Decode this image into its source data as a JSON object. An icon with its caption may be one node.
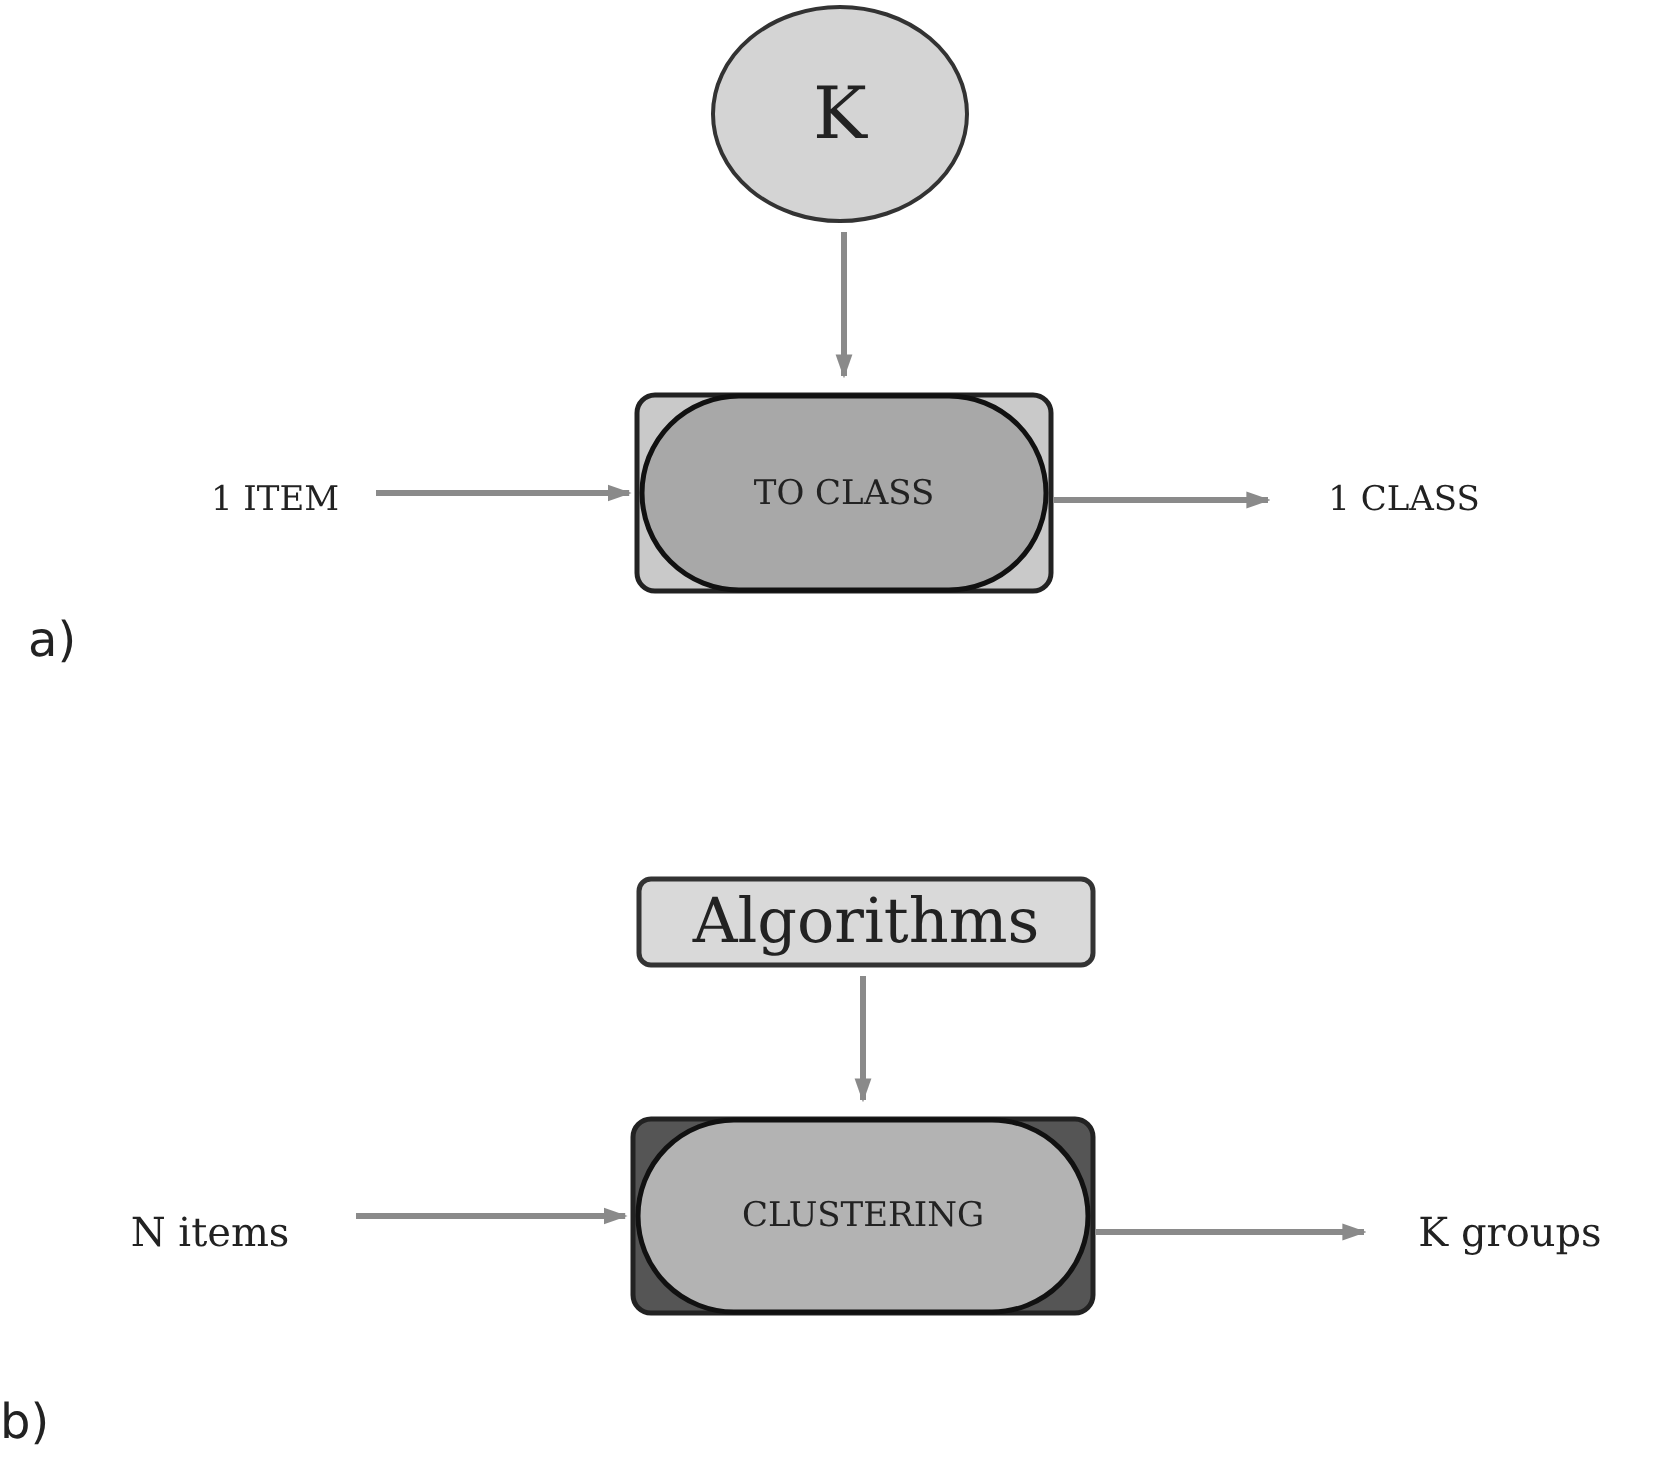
{
  "diagram": {
    "nodes": [
      {
        "text": [
          "K"
        ]
      },
      {
        "text": [
          "TO CLASS"
        ]
      },
      {
        "text": [
          "1 ITEM"
        ]
      },
      {
        "text": [
          "1 CLASS"
        ]
      },
      {
        "text": [
          "Algorithms"
        ]
      },
      {
        "text": [
          "CLUSTERING"
        ]
      },
      {
        "text": [
          "N items"
        ]
      },
      {
        "text": [
          "K groups"
        ]
      }
    ],
    "edges": [
      {
        "from": 0,
        "to": 1,
        "arrow": "to"
      },
      {
        "from": 2,
        "to": 1,
        "arrow": "to"
      },
      {
        "from": 1,
        "to": 3,
        "arrow": "to"
      },
      {
        "from": 4,
        "to": 5,
        "arrow": "to"
      },
      {
        "from": 6,
        "to": 5,
        "arrow": "to"
      },
      {
        "from": 5,
        "to": 7,
        "arrow": "to"
      }
    ],
    "labels": [
      "a)",
      "b)"
    ]
  }
}
